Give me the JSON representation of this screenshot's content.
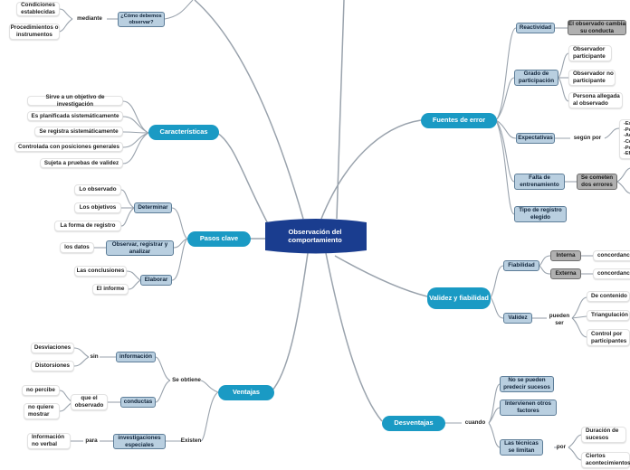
{
  "center": "Observación del comportamiento",
  "top_left": {
    "conditions": "Condiciones establecidas",
    "procedures": "Procedimientos o instrumentos",
    "connector": "mediante",
    "question": "¿Cómo debemos observar?"
  },
  "caracteristicas": {
    "label": "Características",
    "items": [
      "Sirve a un objetivo de investigación",
      "Es planificada sistemáticamente",
      "Se registra  sistemáticamente",
      "Controlada con posiciones generales",
      "Sujeta a pruebas de validez"
    ]
  },
  "pasos": {
    "label": "Pasos clave",
    "determinar": "Determinar",
    "determinar_items": [
      "Lo observado",
      "Los objetivos",
      "La forma de registro"
    ],
    "observar": "Observar, registrar y analizar",
    "observar_items": [
      "los datos"
    ],
    "elaborar": "Elaborar",
    "elaborar_items": [
      "Las conclusiones",
      "El informe"
    ]
  },
  "ventajas": {
    "label": "Ventajas",
    "se_obtiene": "Se obtiene",
    "existen": "Existen",
    "informacion": "información",
    "sin": "sin",
    "sin_items": [
      "Desviaciones",
      "Distorsiones"
    ],
    "conductas": "conductas",
    "que_el_observado": "que el observado",
    "observado_items": [
      "no percibe",
      "no quiere mostrar"
    ],
    "investigaciones": "investigaciones especiales",
    "para": "para",
    "informacion_no_verbal": "Información no verbal"
  },
  "fuentes": {
    "label": "Fuentes de error",
    "reactividad": "Reactividad",
    "reactividad_detail": "El observado cambia su conducta",
    "grado": "Grado de participación",
    "grado_items": [
      "Observador participante",
      "Observador no participante",
      "Persona allegada al observado"
    ],
    "expectativas": "Expectativas",
    "segun_por": "según por",
    "expectativas_list": "-Ex\n-Pe\n-Ac\n-Co\n-Pr\n-Ef",
    "falta": "Falta de entrenamiento",
    "se_cometen": "Se cometen dos errores",
    "tipo": "Tipo de registro elegido"
  },
  "validez": {
    "label": "Validez y fiabilidad",
    "fiabilidad": "Fiabilidad",
    "interna": "Interna",
    "externa": "Externa",
    "concordancia": "concordanci",
    "validez": "Validez",
    "pueden_ser": "pueden ser",
    "validez_items": [
      "De contenido",
      "Triangulación",
      "Control por participantes"
    ]
  },
  "desventajas": {
    "label": "Desventajas",
    "cuando": "cuando",
    "items": [
      "No se pueden predecir sucesos",
      "Intervienen otros factores",
      "Las técnicas se limitan"
    ],
    "por": "por",
    "por_items": [
      "Duración de sucesos",
      "Ciertos acontecimientos"
    ]
  }
}
